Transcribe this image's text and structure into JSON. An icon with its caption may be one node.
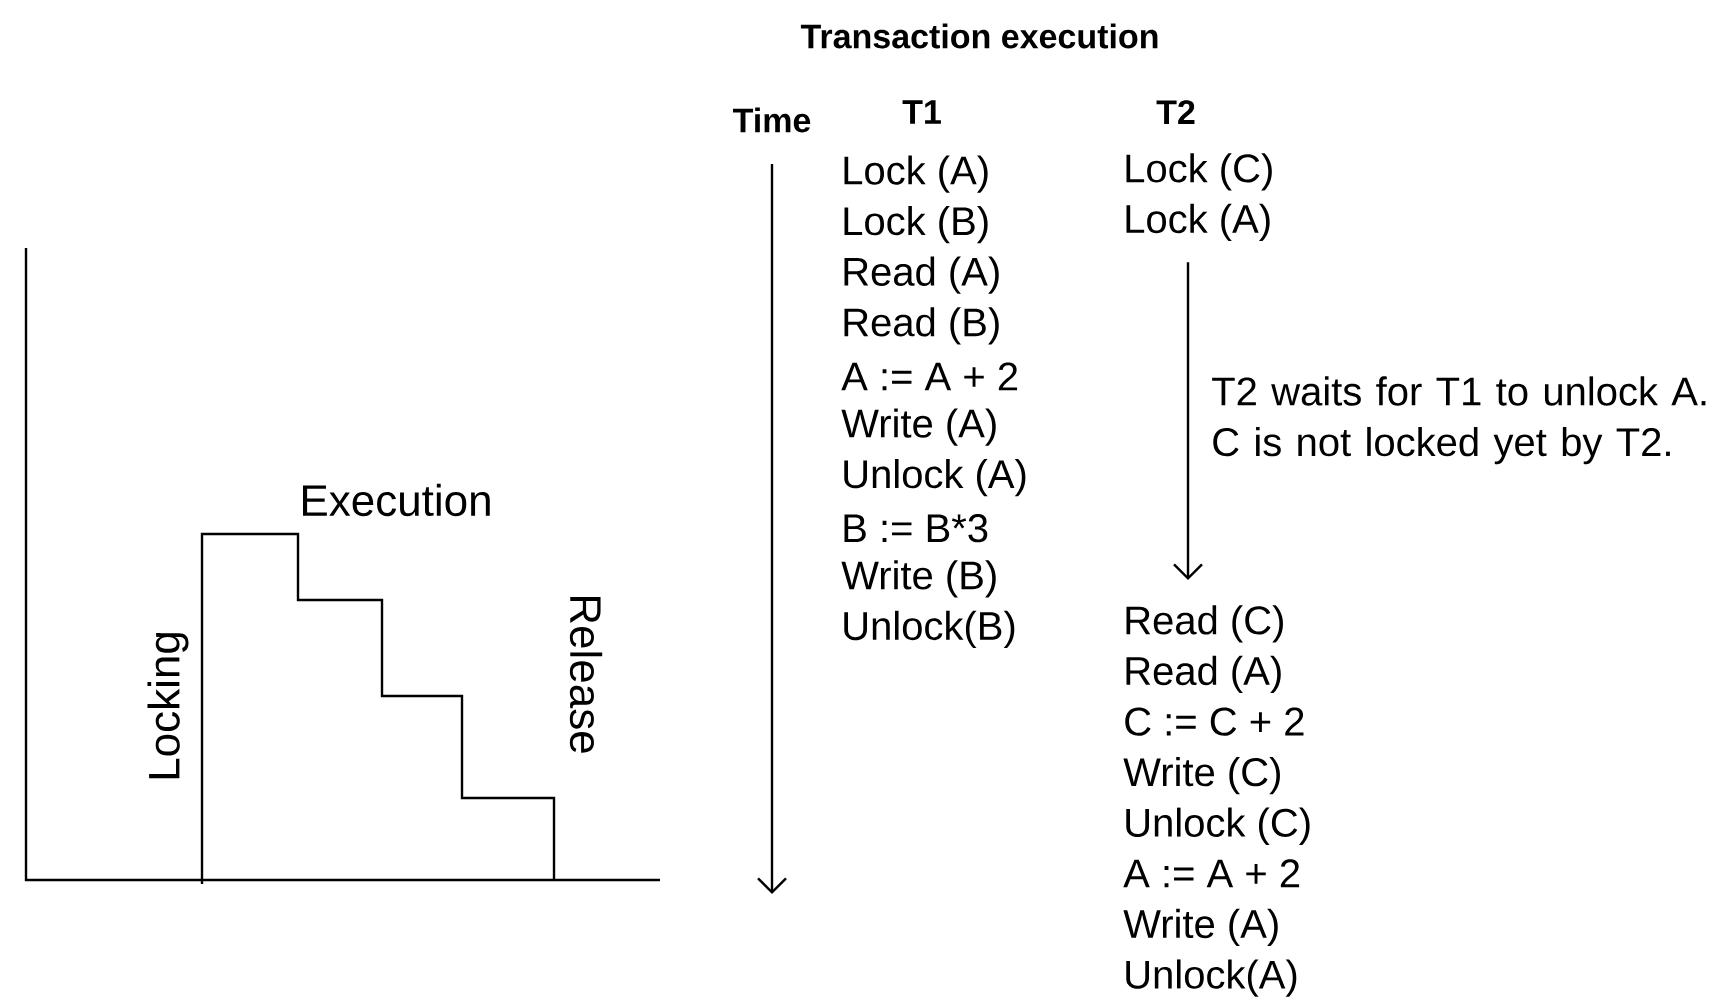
{
  "diagram": {
    "title": "Transaction execution",
    "nodes": [
      {
        "text": [
          "Lock (C)",
          "Lock (A)"
        ]
      },
      {
        "text": [
          "Read (C)",
          "Read (A)",
          "C := C + 2",
          "Write (C)",
          "Unlock (C)",
          "A := A + 2",
          "Write (A)",
          "Unlock(A)"
        ]
      }
    ],
    "edges": [
      {
        "from": 0,
        "to": 1,
        "arrow": "to",
        "label": "T2 waits for T1 to unlock A. C is not locked yet by T2."
      }
    ],
    "labels": [
      "Time",
      "T1",
      "T2",
      "Lock (A)",
      "Lock (B)",
      "Read (A)",
      "Read (B)",
      "A := A + 2",
      "Write (A)",
      "Unlock (A)",
      "B := B*3",
      "Write (B)",
      "Unlock(B)",
      "Execution",
      "Locking",
      "Release"
    ]
  }
}
